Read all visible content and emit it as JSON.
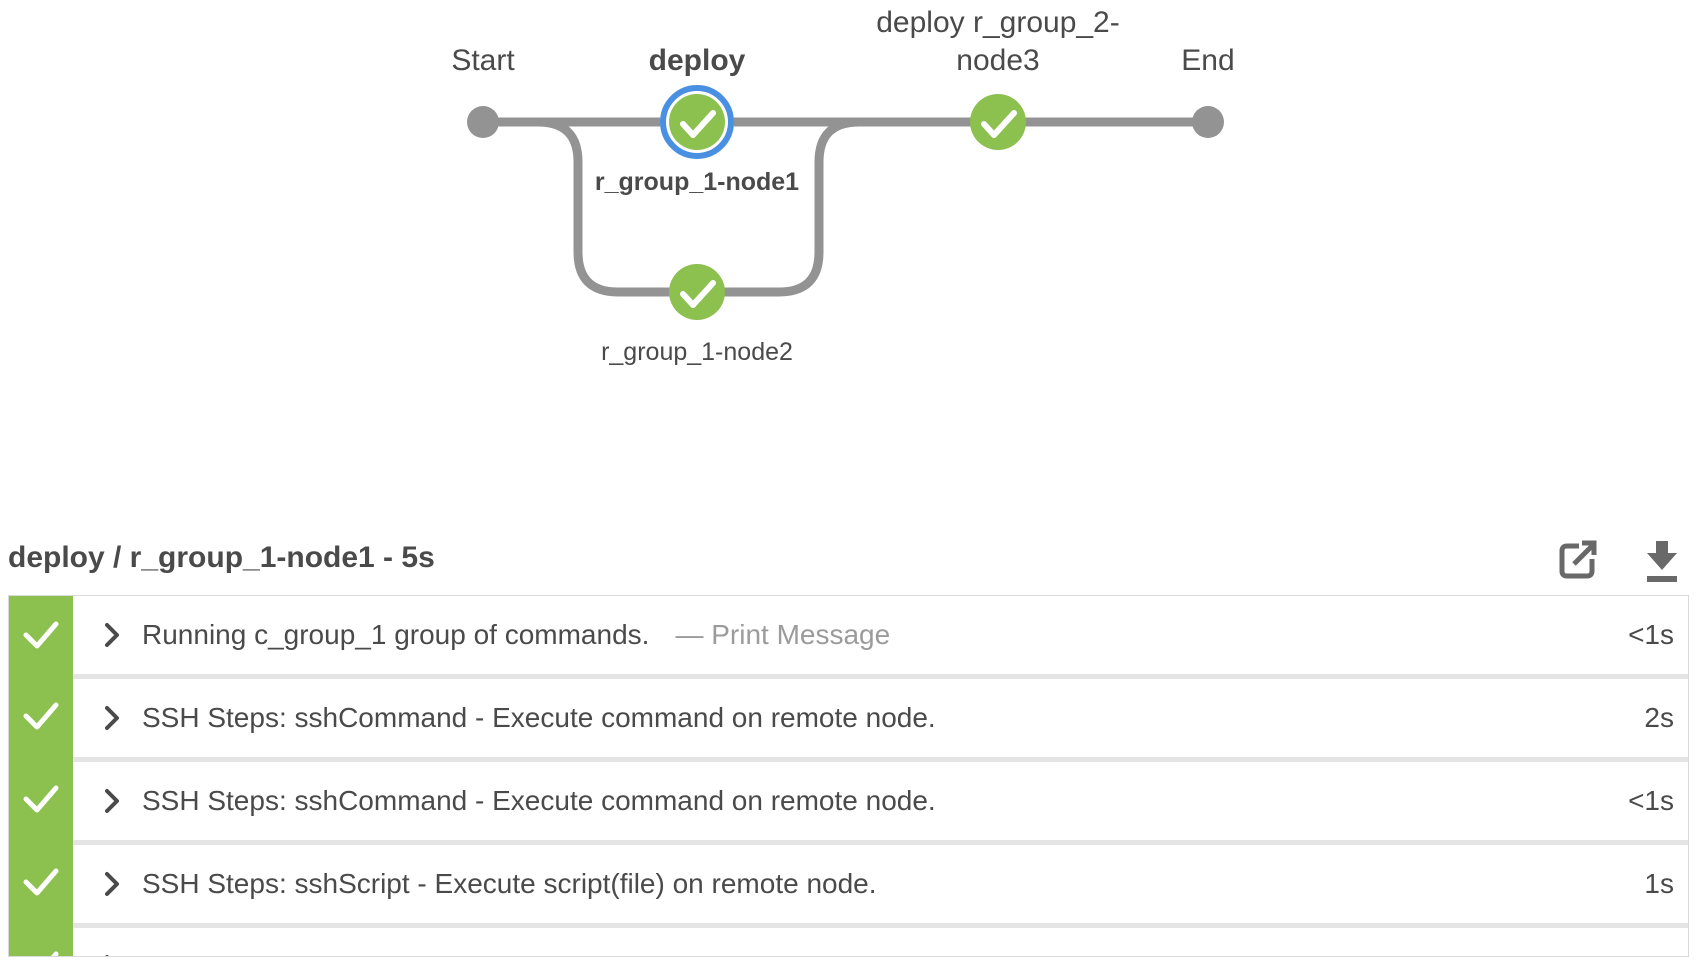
{
  "graph": {
    "labels": {
      "start": "Start",
      "stage_deploy": "deploy",
      "stage_deploy2_line1": "deploy r_group_2-",
      "stage_deploy2_line2": "node3",
      "end": "End",
      "branch_node1": "r_group_1-node1",
      "branch_node2": "r_group_1-node2"
    },
    "node_statuses": {
      "deploy": "success",
      "deploy_r_group_2_node3": "success",
      "r_group_1_node2": "success"
    },
    "selected_node": "r_group_1-node1"
  },
  "log_panel": {
    "title": "deploy / r_group_1-node1 - 5s",
    "toolbar_icons": [
      "open-in-new-window-icon",
      "download-log-icon"
    ],
    "steps": [
      {
        "text": "Running c_group_1 group of commands.",
        "annotation": "— Print Message",
        "duration": "<1s",
        "status": "success"
      },
      {
        "text": "SSH Steps: sshCommand - Execute command on remote node.",
        "annotation": "",
        "duration": "2s",
        "status": "success"
      },
      {
        "text": "SSH Steps: sshCommand - Execute command on remote node.",
        "annotation": "",
        "duration": "<1s",
        "status": "success"
      },
      {
        "text": "SSH Steps: sshScript - Execute script(file) on remote node.",
        "annotation": "",
        "duration": "1s",
        "status": "success"
      }
    ]
  },
  "colors": {
    "success_green": "#8CC04F",
    "selected_blue": "#4A90E2",
    "graph_gray": "#949393",
    "text_dark": "#4A4A4A",
    "text_muted": "#9B9B9B",
    "separator": "#E4E4E4",
    "border": "#D9D9D9"
  }
}
